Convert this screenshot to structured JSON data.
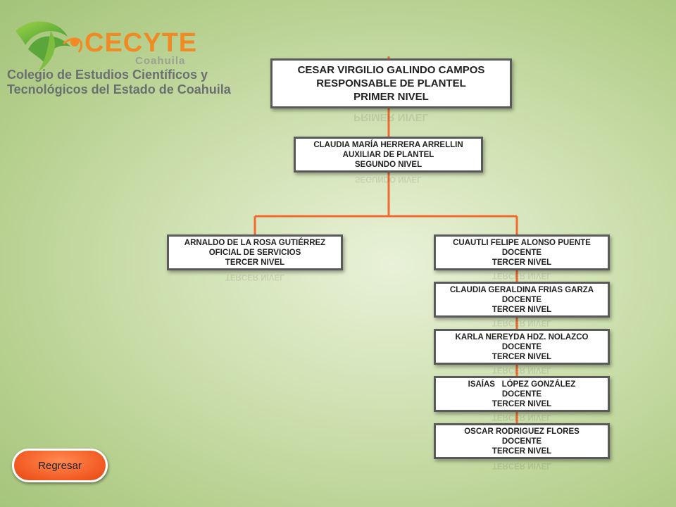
{
  "logo": {
    "brand": "CECYTE",
    "region": "Coahuila",
    "org_line1": "Colegio de Estudios Científicos y",
    "org_line2": "Tecnológicos del Estado de Coahuila"
  },
  "connector_color": "#f26a2e",
  "nodes": {
    "top": {
      "name": "CESAR VIRGILIO GALINDO CAMPOS",
      "role": "RESPONSABLE DE PLANTEL",
      "level": "PRIMER NIVEL"
    },
    "second": {
      "name": "CLAUDIA MARÍA HERRERA ARRELLIN",
      "role": "AUXILIAR DE PLANTEL",
      "level": "SEGUNDO NIVEL"
    },
    "left": {
      "name": "ARNALDO DE LA ROSA GUTIÉRREZ",
      "role": "OFICIAL DE SERVICIOS",
      "level": "TERCER NIVEL"
    },
    "staff": [
      {
        "name": "CUAUTLI FELIPE ALONSO PUENTE",
        "role": "DOCENTE",
        "level": "TERCER NIVEL"
      },
      {
        "name": "CLAUDIA GERALDINA FRIAS GARZA",
        "role": "DOCENTE",
        "level": "TERCER NIVEL"
      },
      {
        "name": "KARLA NEREYDA HDZ. NOLAZCO",
        "role": "DOCENTE",
        "level": "TERCER NIVEL"
      },
      {
        "name": "ISAÍAS   LÓPEZ GONZÁLEZ",
        "role": "DOCENTE",
        "level": "TERCER NIVEL"
      },
      {
        "name": "OSCAR RODRIGUEZ FLORES",
        "role": "DOCENTE",
        "level": "TERCER NIVEL"
      }
    ]
  },
  "back_button": {
    "label": "Regresar"
  }
}
